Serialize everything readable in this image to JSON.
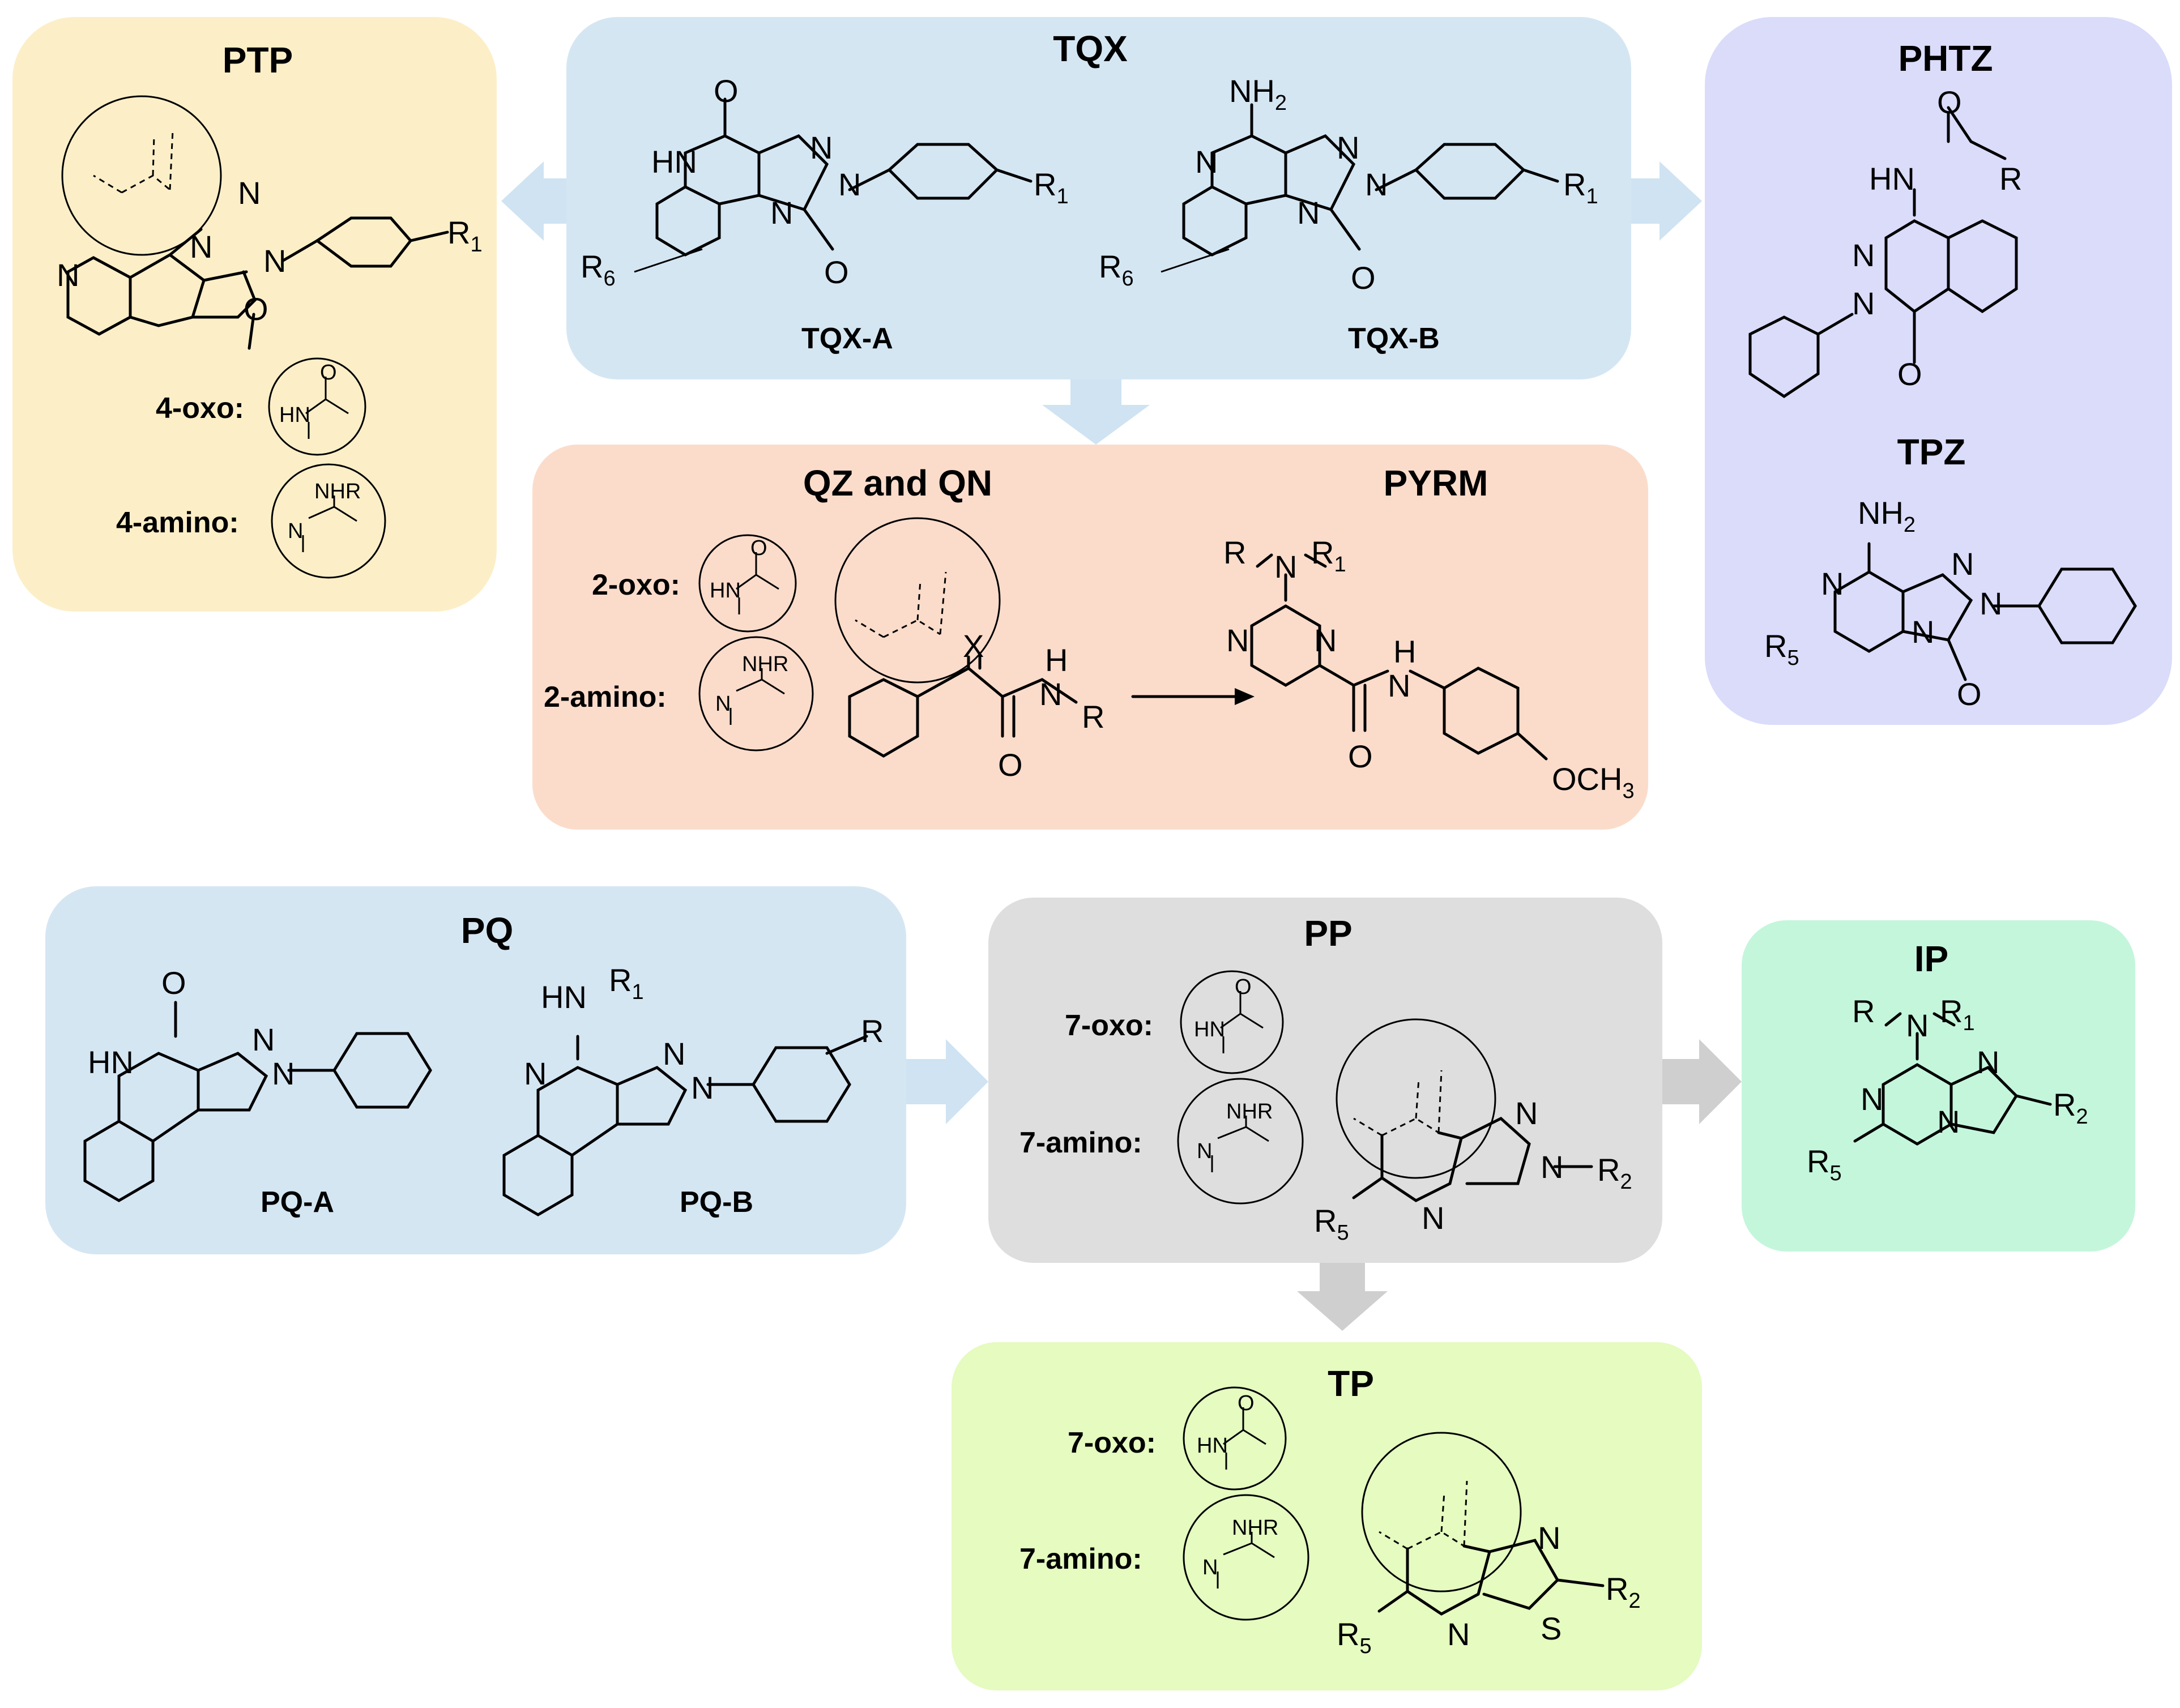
{
  "colors": {
    "ptp": "#fcefc8",
    "tqx": "#d5e6f3",
    "phtz": "#dadcfa",
    "qz": "#fbdccb",
    "pq": "#d5e6f3",
    "pp": "#dedede",
    "ip": "#c4f6dc",
    "tp": "#e5fbc0",
    "arrow_blue": "#cfe3f2",
    "arrow_grey": "#cfcfcf"
  },
  "panels": {
    "ptp": {
      "title": "PTP",
      "oxo_label": "4-oxo:",
      "amino_label": "4-amino:"
    },
    "tqx": {
      "title": "TQX",
      "sub_a": "TQX-A",
      "sub_b": "TQX-B"
    },
    "phtz": {
      "title": "PHTZ",
      "title2": "TPZ"
    },
    "qz": {
      "title": "QZ and QN",
      "title2": "PYRM",
      "oxo_label": "2-oxo:",
      "amino_label": "2-amino:"
    },
    "pq": {
      "title": "PQ",
      "sub_a": "PQ-A",
      "sub_b": "PQ-B"
    },
    "pp": {
      "title": "PP",
      "oxo_label": "7-oxo:",
      "amino_label": "7-amino:"
    },
    "ip": {
      "title": "IP"
    },
    "tp": {
      "title": "TP",
      "oxo_label": "7-oxo:",
      "amino_label": "7-amino:"
    }
  },
  "atoms": {
    "O": "O",
    "N": "N",
    "S": "S",
    "X": "X",
    "R": "R",
    "HN": "HN",
    "HN_small": "HN",
    "N_small": "N",
    "NH": "H",
    "NHR": "NHR",
    "NH2": "NH",
    "sub2": "2",
    "R1": "R",
    "sub1": "1",
    "R2": "R",
    "R5": "R",
    "sub5": "5",
    "R6": "R",
    "sub6": "6",
    "OCH3": "OCH",
    "sub3": "3"
  }
}
